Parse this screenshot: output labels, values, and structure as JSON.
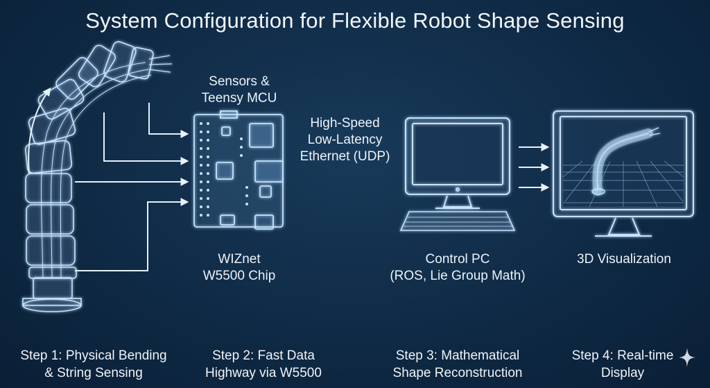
{
  "title": "System Configuration for Flexible Robot Shape Sensing",
  "labels": {
    "sensors": [
      "Sensors &",
      "Teensy MCU"
    ],
    "wiznet": [
      "WIZnet",
      "W5500 Chip"
    ],
    "ethernet": [
      "High-Speed",
      "Low-Latency",
      "Ethernet (UDP)"
    ],
    "pc": [
      "Control PC",
      "(ROS, Lie Group Math)"
    ],
    "viz": [
      "3D Visualization"
    ]
  },
  "steps": [
    {
      "line1": "Step 1: Physical Bending",
      "line2": "& String Sensing"
    },
    {
      "line1": "Step 2: Fast Data",
      "line2": "Highway via W5500"
    },
    {
      "line1": "Step 3: Mathematical",
      "line2": "Shape Reconstruction"
    },
    {
      "line1": "Step 4: Real-time",
      "line2": "Display"
    }
  ],
  "colors": {
    "background": "#0f2a45",
    "glow": "#bfe3ff",
    "ethernet_link": "#ff2020"
  },
  "icons": [
    "flexible-robot-icon",
    "microcontroller-board-icon",
    "monitor-icon",
    "keyboard-icon",
    "3d-monitor-icon",
    "sparkle-icon"
  ]
}
